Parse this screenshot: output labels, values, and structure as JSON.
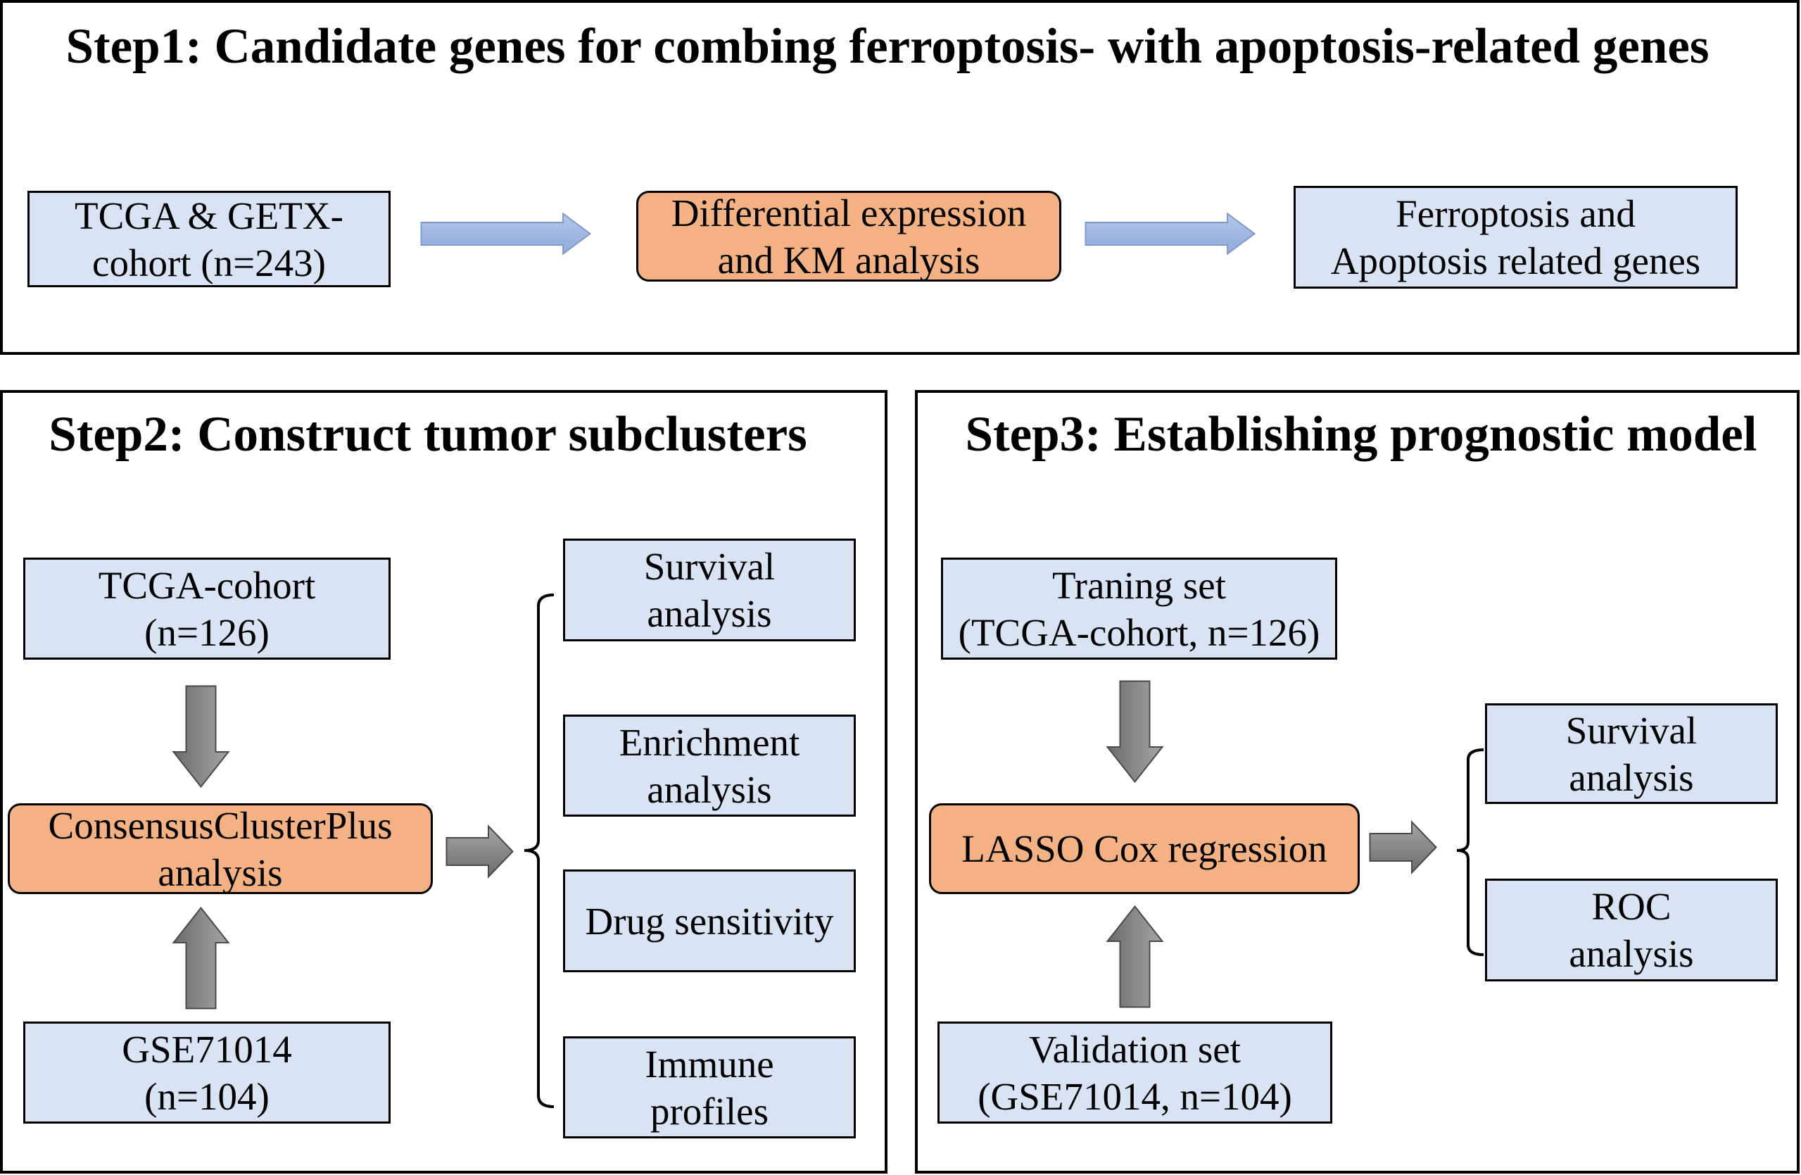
{
  "colors": {
    "box_fill": "#dae3f3",
    "process_fill": "#f4b183",
    "blue_arrow_light": "#b4c7e7",
    "blue_arrow_dark": "#8faadc",
    "blue_arrow_outline": "#7f98cf",
    "gray_arrow_light": "#a6a6a6",
    "gray_arrow_dark": "#6b6b6b",
    "gray_arrow_outline": "#4a4a4a",
    "line": "#000000"
  },
  "step1": {
    "title": "Step1: Candidate genes for combing ferroptosis- with apoptosis-related genes",
    "input_box": {
      "lines": [
        "TCGA & GETX-",
        "cohort (n=243)"
      ]
    },
    "process_box": {
      "lines": [
        "Differential expression",
        "and KM analysis"
      ]
    },
    "output_box": {
      "lines": [
        "Ferroptosis and",
        "Apoptosis related genes"
      ]
    }
  },
  "step2": {
    "title": "Step2: Construct tumor subclusters",
    "tcga_box": {
      "lines": [
        "TCGA-cohort",
        "(n=126)"
      ]
    },
    "process_box": {
      "lines": [
        "ConsensusClusterPlus",
        "analysis"
      ]
    },
    "gse_box": {
      "lines": [
        "GSE71014",
        "(n=104)"
      ]
    },
    "outputs": [
      {
        "lines": [
          "Survival",
          "analysis"
        ]
      },
      {
        "lines": [
          "Enrichment",
          "analysis"
        ]
      },
      {
        "lines": [
          "Drug sensitivity"
        ]
      },
      {
        "lines": [
          "Immune",
          "profiles"
        ]
      }
    ]
  },
  "step3": {
    "title": "Step3: Establishing prognostic model",
    "training_box": {
      "lines": [
        "Traning set",
        "(TCGA-cohort, n=126)"
      ]
    },
    "process_box": {
      "lines": [
        "LASSO Cox regression"
      ]
    },
    "validation_box": {
      "lines": [
        "Validation set",
        "(GSE71014, n=104)"
      ]
    },
    "outputs": [
      {
        "lines": [
          "Survival",
          "analysis"
        ]
      },
      {
        "lines": [
          "ROC",
          "analysis"
        ]
      }
    ]
  }
}
